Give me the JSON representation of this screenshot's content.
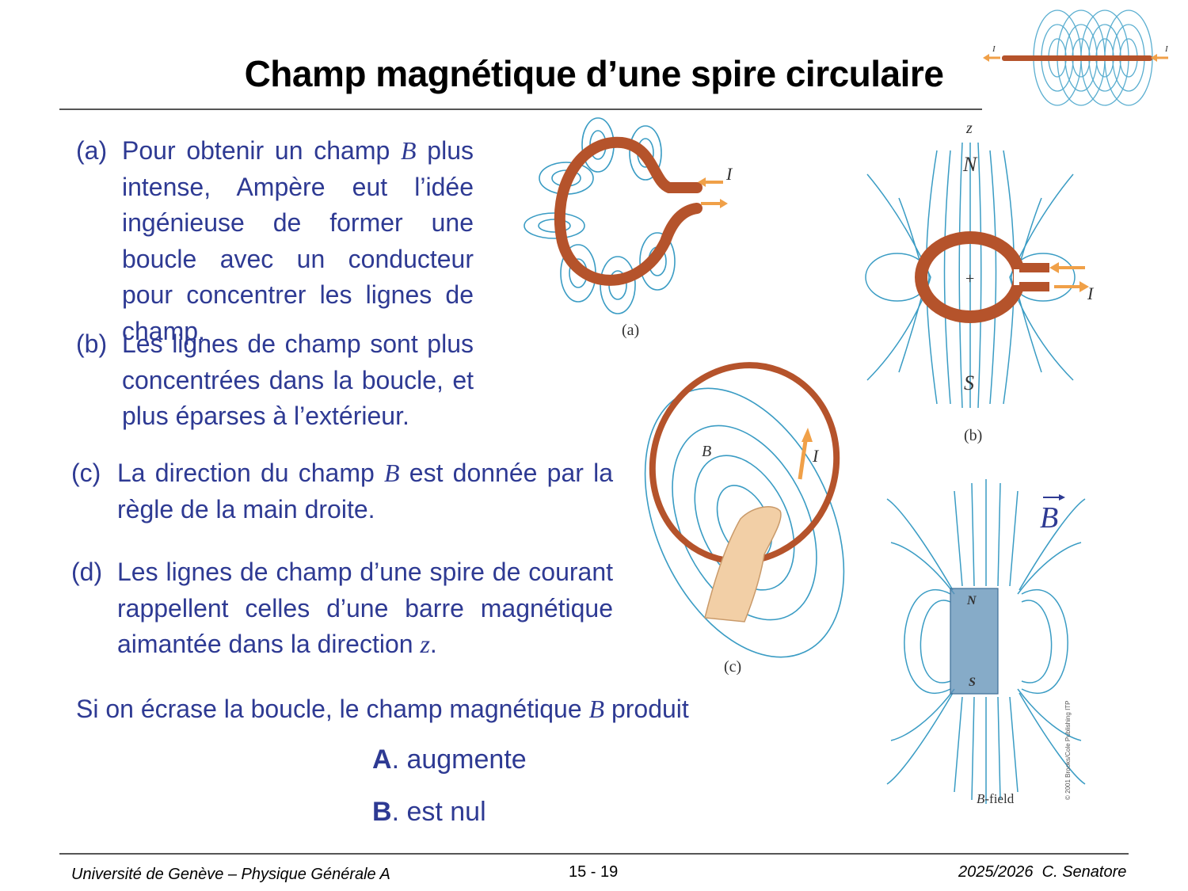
{
  "slide": {
    "title": "Champ magnétique d’une spire circulaire"
  },
  "items": [
    {
      "label": "(a)",
      "text_before": "Pour obtenir un champ ",
      "symbol": "B",
      "text_after": " plus intense, Ampère eut l’idée ingénieuse de former une boucle avec un conducteur pour concentrer les lignes de champ."
    },
    {
      "label": "(b)",
      "text_before": "Les lignes de champ sont plus concentrées dans la boucle, et plus éparses à l’extérieur.",
      "symbol": "",
      "text_after": ""
    },
    {
      "label": "(c)",
      "text_before": "La direction du champ ",
      "symbol": "B",
      "text_after": " est donnée par la règle de la main droite."
    },
    {
      "label": "(d)",
      "text_before": "Les lignes de champ d’une spire de courant rappellent celles d’une barre magnétique aimantée dans la direction ",
      "symbol": "z",
      "text_after": "."
    }
  ],
  "question": {
    "text_before": "Si on écrase la boucle, le champ magnétique ",
    "symbol": "B",
    "text_after": " produit",
    "options": [
      {
        "letter": "A",
        "text": ". augmente"
      },
      {
        "letter": "B",
        "text": ". est nul"
      }
    ]
  },
  "figures": {
    "wire": {
      "current_left": "I",
      "current_right": "I"
    },
    "a": {
      "caption": "(a)",
      "current": "I"
    },
    "b": {
      "caption": "(b)",
      "axis": "z",
      "north": "N",
      "south": "S",
      "plus": "+",
      "current": "I"
    },
    "c": {
      "caption": "(c)",
      "field": "B",
      "current": "I"
    },
    "d": {
      "vector": "B",
      "north": "N",
      "south": "S",
      "caption_var": "B",
      "caption_rest": "-field",
      "copyright": "© 2001 Brooks/Cole Publishing ITP"
    }
  },
  "footer": {
    "left": "Université de Genève – Physique Générale A",
    "center": "15 - 19",
    "right": "2025/2026  C. Senatore"
  },
  "colors": {
    "text": "#2e3a93",
    "field_lines": "#3a9cc4",
    "copper": "#b5532b",
    "arrow": "#f0a048"
  }
}
